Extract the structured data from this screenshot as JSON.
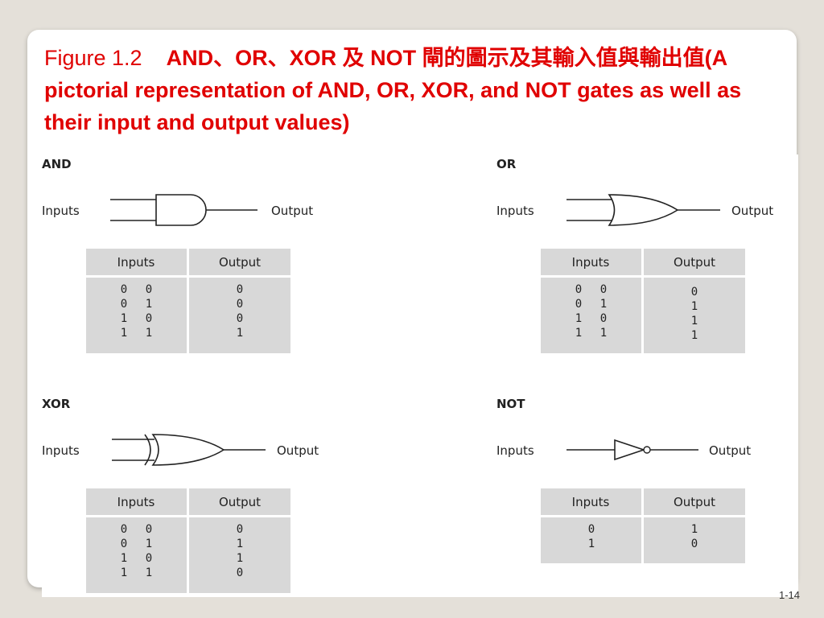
{
  "title": {
    "figure": "Figure 1.2",
    "chinese": "AND、OR、XOR 及 NOT 閘的圖示及其輸入值與輸出值",
    "english": "(A pictorial representation of AND, OR, XOR, and NOT gates as well as their input and output values)"
  },
  "labels": {
    "inputs": "Inputs",
    "output": "Output"
  },
  "gates": {
    "and": {
      "name": "AND",
      "rows": [
        [
          "0",
          "0",
          "0"
        ],
        [
          "0",
          "1",
          "0"
        ],
        [
          "1",
          "0",
          "0"
        ],
        [
          "1",
          "1",
          "1"
        ]
      ]
    },
    "or": {
      "name": "OR",
      "rows": [
        [
          "0",
          "0",
          "0"
        ],
        [
          "0",
          "1",
          "1"
        ],
        [
          "1",
          "0",
          "1"
        ],
        [
          "1",
          "1",
          "1"
        ]
      ]
    },
    "xor": {
      "name": "XOR",
      "rows": [
        [
          "0",
          "0",
          "0"
        ],
        [
          "0",
          "1",
          "1"
        ],
        [
          "1",
          "0",
          "1"
        ],
        [
          "1",
          "1",
          "0"
        ]
      ]
    },
    "not": {
      "name": "NOT",
      "rows": [
        [
          "0",
          "1"
        ],
        [
          "1",
          "0"
        ]
      ]
    }
  },
  "page_number": "1-14",
  "colors": {
    "title": "#e00000",
    "table_fill": "#d8d8d8",
    "page_bg": "#e4e0d9"
  }
}
